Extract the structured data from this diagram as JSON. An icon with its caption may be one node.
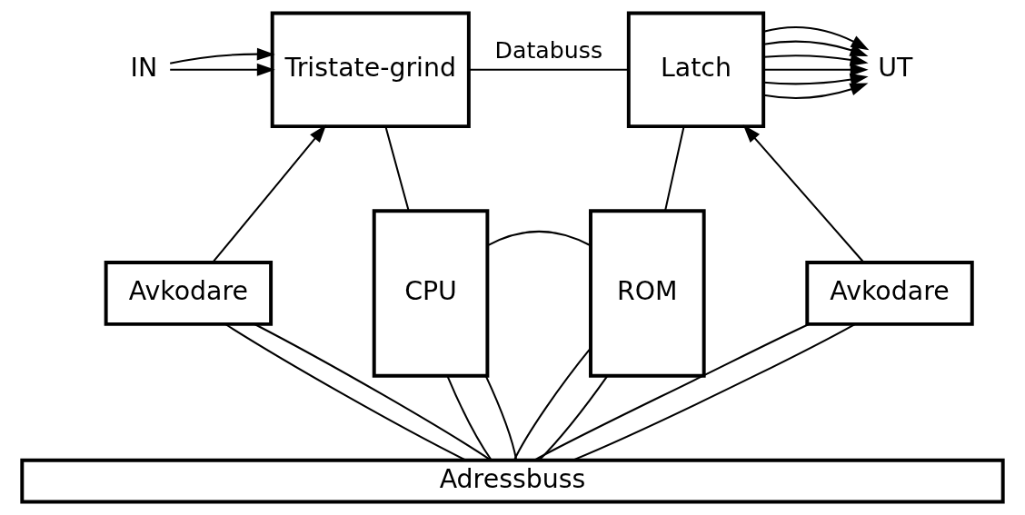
{
  "diagram": {
    "nodes": [
      {
        "text": [
          "Tristate-grind"
        ]
      },
      {
        "text": [
          "Latch"
        ]
      },
      {
        "text": [
          "CPU"
        ]
      },
      {
        "text": [
          "ROM"
        ]
      },
      {
        "text": [
          "Avkodare"
        ]
      },
      {
        "text": [
          "Avkodare"
        ]
      },
      {
        "text": [
          "Adressbuss"
        ]
      },
      {
        "text": [
          "IN"
        ]
      },
      {
        "text": [
          "UT"
        ]
      }
    ],
    "edges": [
      {
        "from": 7,
        "to": 0,
        "arrow": "to"
      },
      {
        "from": 7,
        "to": 0,
        "arrow": "to"
      },
      {
        "from": 4,
        "to": 0,
        "arrow": "to"
      },
      {
        "from": 5,
        "to": 1,
        "arrow": "to"
      },
      {
        "from": 0,
        "to": 1,
        "arrow": "none",
        "label": "Databuss"
      },
      {
        "from": 0,
        "to": 2,
        "arrow": "none"
      },
      {
        "from": 2,
        "to": 3,
        "arrow": "none"
      },
      {
        "from": 3,
        "to": 1,
        "arrow": "none"
      },
      {
        "from": 1,
        "to": 8,
        "arrow": "to"
      },
      {
        "from": 1,
        "to": 8,
        "arrow": "to"
      },
      {
        "from": 1,
        "to": 8,
        "arrow": "to"
      },
      {
        "from": 1,
        "to": 8,
        "arrow": "to"
      },
      {
        "from": 1,
        "to": 8,
        "arrow": "to"
      },
      {
        "from": 1,
        "to": 8,
        "arrow": "to"
      },
      {
        "from": 4,
        "to": 6,
        "arrow": "none"
      },
      {
        "from": 4,
        "to": 6,
        "arrow": "none"
      },
      {
        "from": 2,
        "to": 6,
        "arrow": "none"
      },
      {
        "from": 2,
        "to": 6,
        "arrow": "none"
      },
      {
        "from": 3,
        "to": 6,
        "arrow": "none"
      },
      {
        "from": 3,
        "to": 6,
        "arrow": "none"
      },
      {
        "from": 5,
        "to": 6,
        "arrow": "none"
      },
      {
        "from": 5,
        "to": 6,
        "arrow": "none"
      }
    ]
  }
}
